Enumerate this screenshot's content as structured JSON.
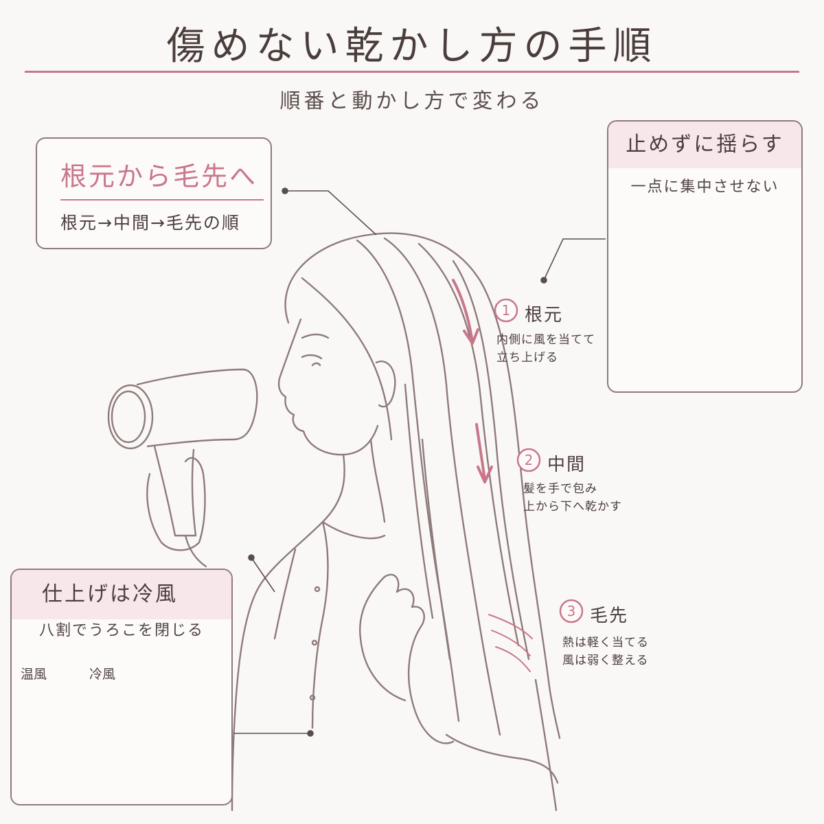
{
  "title": "傷めない乾かし方の手順",
  "subtitle": "順番と動かし方で変わる",
  "root_box": {
    "title": "根元から毛先へ",
    "text": "根元→中間→毛先の順"
  },
  "sway_box": {
    "title": "止めずに揺らす",
    "text": "一点に集中させない"
  },
  "cool_box": {
    "title": "仕上げは冷風",
    "text": "八割でうろこを閉じる",
    "warm_label": "温風",
    "cool_label": "冷風"
  },
  "steps": [
    {
      "number": "1",
      "title": "根元",
      "desc_line1": "内側に風を当てて",
      "desc_line2": "立ち上げる"
    },
    {
      "number": "2",
      "title": "中間",
      "desc_line1": "髪を手で包み",
      "desc_line2": "上から下へ乾かす"
    },
    {
      "number": "3",
      "title": "毛先",
      "desc_line1": "熱は軽く当てる",
      "desc_line2": "風は弱く整える"
    }
  ],
  "colors": {
    "accent": "#c9768a",
    "line": "#8d7b7a",
    "text": "#4a3e3d",
    "header_fill": "#f7e6ea",
    "background": "#faf8f6"
  }
}
